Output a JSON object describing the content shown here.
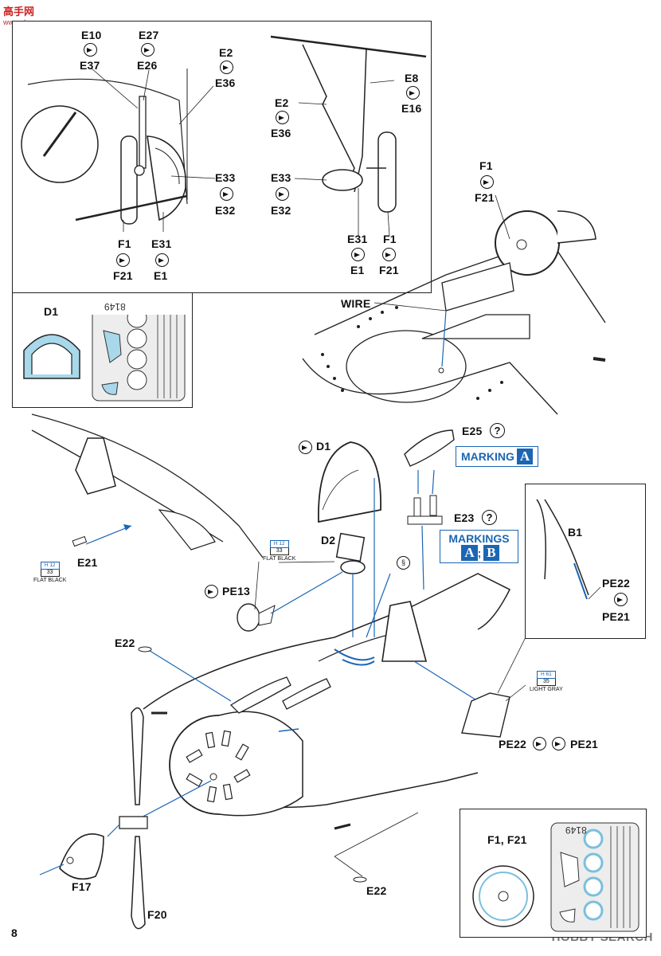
{
  "watermark_top": {
    "title": "高手网",
    "sub": "www.shou.com"
  },
  "watermark_bottom": "HOBBY SEARCH",
  "page_number": "8",
  "labels": {
    "e10": "E10",
    "e37": "E37",
    "e27": "E27",
    "e26": "E26",
    "e2_a": "E2",
    "e36_a": "E36",
    "e33_a": "E33",
    "e32_a": "E32",
    "f1_a": "F1",
    "f21_a": "F21",
    "e31_a": "E31",
    "e1_a": "E1",
    "e2_b": "E2",
    "e36_b": "E36",
    "e8": "E8",
    "e16": "E16",
    "e33_b": "E33",
    "e32_b": "E32",
    "e31_b": "E31",
    "e1_b": "E1",
    "f1_b": "F1",
    "f21_b": "F21",
    "f1_c": "F1",
    "f21_c": "F21",
    "wire": "WIRE",
    "d1_mask": "D1",
    "fret_number_1": "8149",
    "d1": "D1",
    "e25": "E25",
    "e23": "E23",
    "d2": "D2",
    "pe13": "PE13",
    "e21": "E21",
    "e22_a": "E22",
    "e22_b": "E22",
    "b1": "B1",
    "pe22": "PE22",
    "pe21": "PE21",
    "pe22_pe21": "PE22",
    "pe21_2": "PE21",
    "f17": "F17",
    "f20": "F20",
    "f1_f21_bottom": "F1, F21",
    "fret_number_2": "8149",
    "question": "?"
  },
  "markings": {
    "marking_a_label": "MARKING",
    "marking_a_letter": "A",
    "markings_ab_label": "MARKINGS",
    "markings_ab_letter1": "A",
    "markings_ab_sep": ";",
    "markings_ab_letter2": "B"
  },
  "paints": {
    "flat_black_1": {
      "code": "H 12",
      "num": "33",
      "name": "FLAT BLACK"
    },
    "flat_black_2": {
      "code": "H 12",
      "num": "33",
      "name": "FLAT BLACK"
    },
    "light_gray": {
      "code": "H 61",
      "num": "35",
      "name": "LIGHT GRAY"
    }
  },
  "colors": {
    "accent_blue": "#1b66b3",
    "mask_blue": "#a8d8ea",
    "line": "#222222"
  }
}
